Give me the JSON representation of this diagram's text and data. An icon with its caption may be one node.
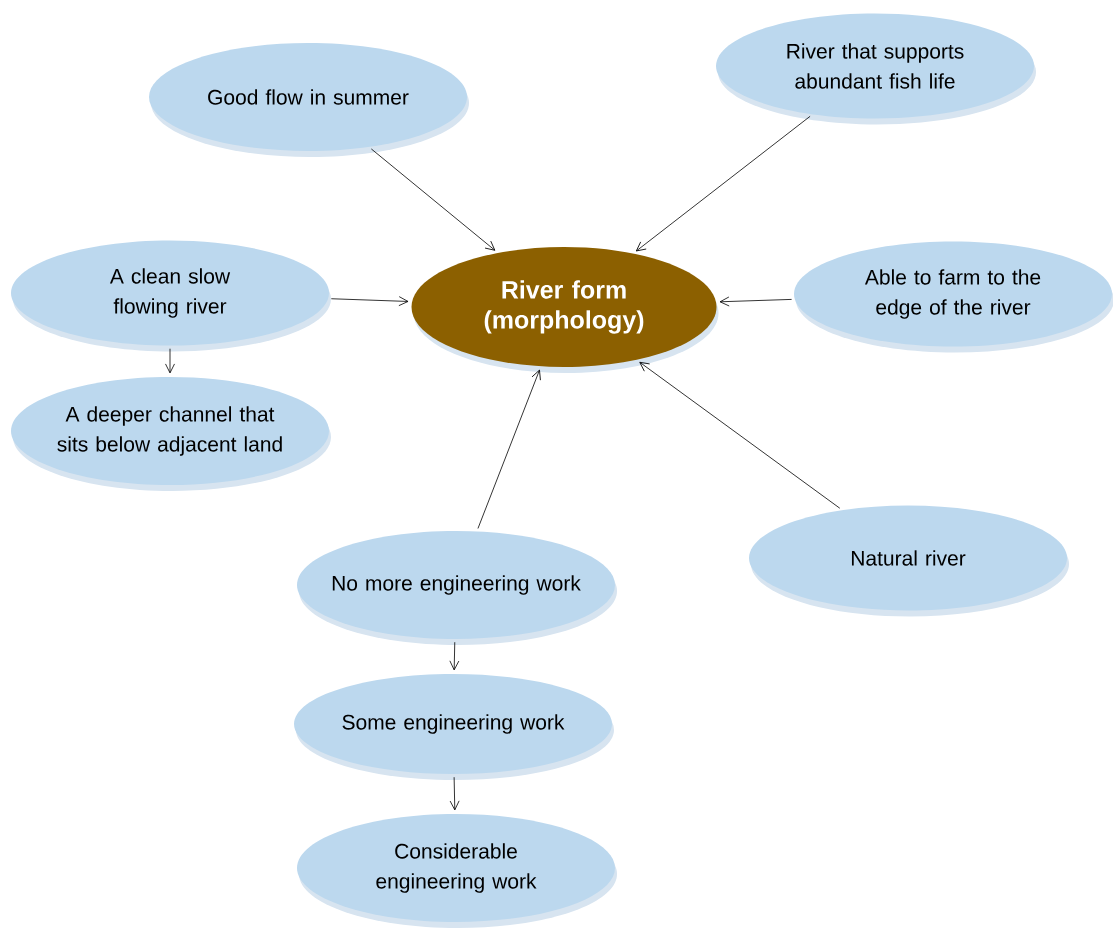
{
  "diagram": {
    "nodes": [
      {
        "text": [
          "River form (morphology)"
        ]
      },
      {
        "text": [
          "Good flow in summer"
        ]
      },
      {
        "text": [
          "River that supports abundant fish life"
        ]
      },
      {
        "text": [
          "A clean slow flowing river"
        ]
      },
      {
        "text": [
          "A deeper channel that sits below adjacent land"
        ]
      },
      {
        "text": [
          "Able to farm to the edge of the river"
        ]
      },
      {
        "text": [
          "Natural river"
        ]
      },
      {
        "text": [
          "No more engineering work"
        ]
      },
      {
        "text": [
          "Some engineering work"
        ]
      },
      {
        "text": [
          "Considerable engineering work"
        ]
      }
    ],
    "edges": [
      {
        "from": 1,
        "to": 0,
        "arrow": "to"
      },
      {
        "from": 2,
        "to": 0,
        "arrow": "to"
      },
      {
        "from": 3,
        "to": 0,
        "arrow": "to"
      },
      {
        "from": 3,
        "to": 4,
        "arrow": "to"
      },
      {
        "from": 5,
        "to": 0,
        "arrow": "to"
      },
      {
        "from": 6,
        "to": 0,
        "arrow": "to"
      },
      {
        "from": 7,
        "to": 0,
        "arrow": "to"
      },
      {
        "from": 7,
        "to": 8,
        "arrow": "to"
      },
      {
        "from": 8,
        "to": 9,
        "arrow": "to"
      }
    ]
  }
}
